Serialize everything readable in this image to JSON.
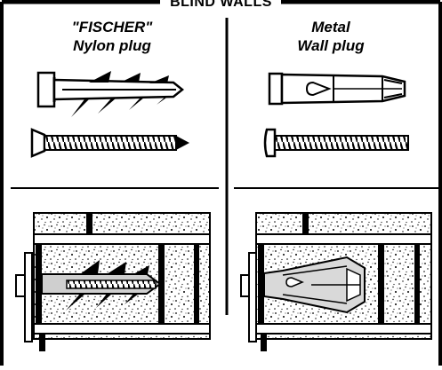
{
  "header": {
    "title": "BLIND WALLS"
  },
  "columns": [
    {
      "title_line1": "\"FISCHER\"",
      "title_line2": "Nylon plug"
    },
    {
      "title_line1": "Metal",
      "title_line2": "Wall plug"
    }
  ],
  "colors": {
    "ink": "#000000",
    "paper": "#ffffff",
    "fill": "#d9d9d9"
  },
  "icons": [
    "nylon-plug-icon",
    "countersunk-screw-icon",
    "metal-wall-plug-icon",
    "pan-head-bolt-icon"
  ]
}
